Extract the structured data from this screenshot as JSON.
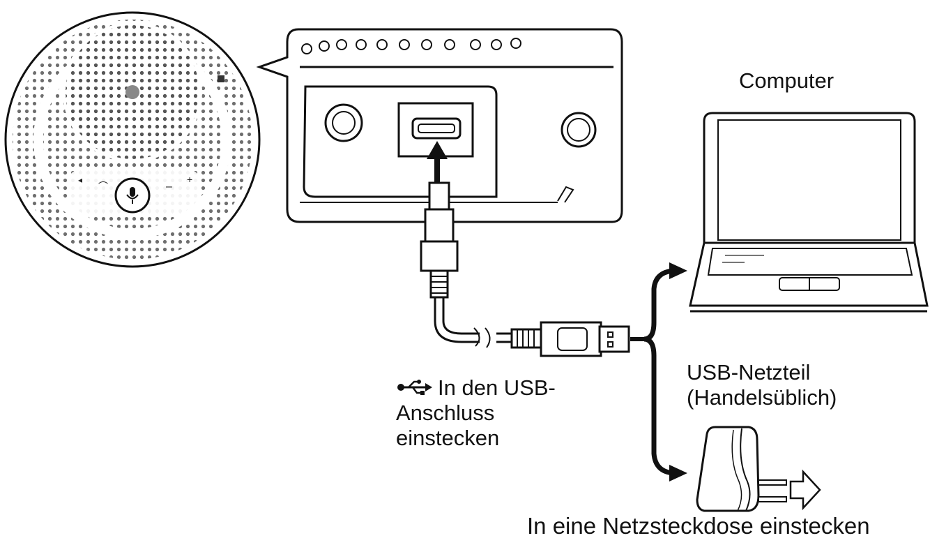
{
  "labels": {
    "computer": "Computer",
    "netzteil_line1": "USB-Netzteil",
    "netzteil_line2": "(Handelsüblich)",
    "usb_line1": "In den USB-",
    "usb_line2": "Anschluss",
    "usb_line3": "einstecken",
    "steckdose": "In eine Netzsteckdose einstecken"
  },
  "icons": {
    "usb": "usb-symbol-icon",
    "speaker_mic": "microphone-icon"
  },
  "colors": {
    "line": "#111111",
    "fill": "#ffffff",
    "dots": "#5a5a5a"
  }
}
